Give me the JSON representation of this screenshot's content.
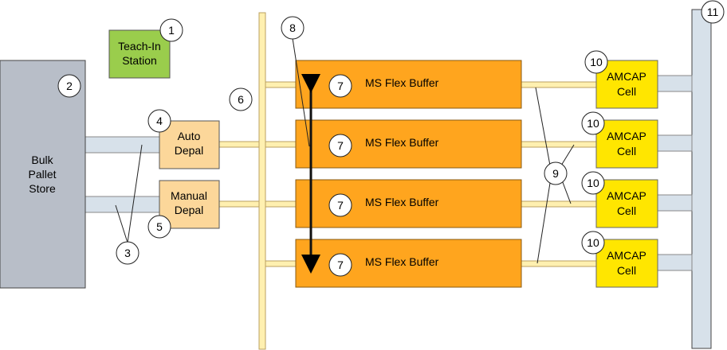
{
  "nodes": {
    "teach_in_station": {
      "line1": "Teach-In",
      "line2": "Station",
      "fill": "#9acd4c"
    },
    "bulk_pallet_store": {
      "line1": "Bulk",
      "line2": "Pallet",
      "line3": "Store",
      "fill": "#b8bec8"
    },
    "auto_depal": {
      "line1": "Auto",
      "line2": "Depal",
      "fill": "#fcd79a"
    },
    "manual_depal": {
      "line1": "Manual",
      "line2": "Depal",
      "fill": "#fcd79a"
    },
    "flex_buffers": [
      {
        "label": "MS Flex Buffer"
      },
      {
        "label": "MS Flex Buffer"
      },
      {
        "label": "MS Flex Buffer"
      },
      {
        "label": "MS Flex Buffer"
      }
    ],
    "amcap_cells": [
      {
        "line1": "AMCAP",
        "line2": "Cell"
      },
      {
        "line1": "AMCAP",
        "line2": "Cell"
      },
      {
        "line1": "AMCAP",
        "line2": "Cell"
      },
      {
        "line1": "AMCAP",
        "line2": "Cell"
      }
    ],
    "flex_buffer_fill": "#ffa51e",
    "amcap_fill": "#ffe600",
    "rail_fill": "#fff0b0",
    "grey_conveyor_fill": "#d7e1ea"
  },
  "callouts": {
    "n1": "1",
    "n2": "2",
    "n3": "3",
    "n4": "4",
    "n5": "5",
    "n6": "6",
    "n7a": "7",
    "n7b": "7",
    "n7c": "7",
    "n7d": "7",
    "n8": "8",
    "n9": "9",
    "n10a": "10",
    "n10b": "10",
    "n10c": "10",
    "n10d": "10",
    "n11": "11"
  }
}
